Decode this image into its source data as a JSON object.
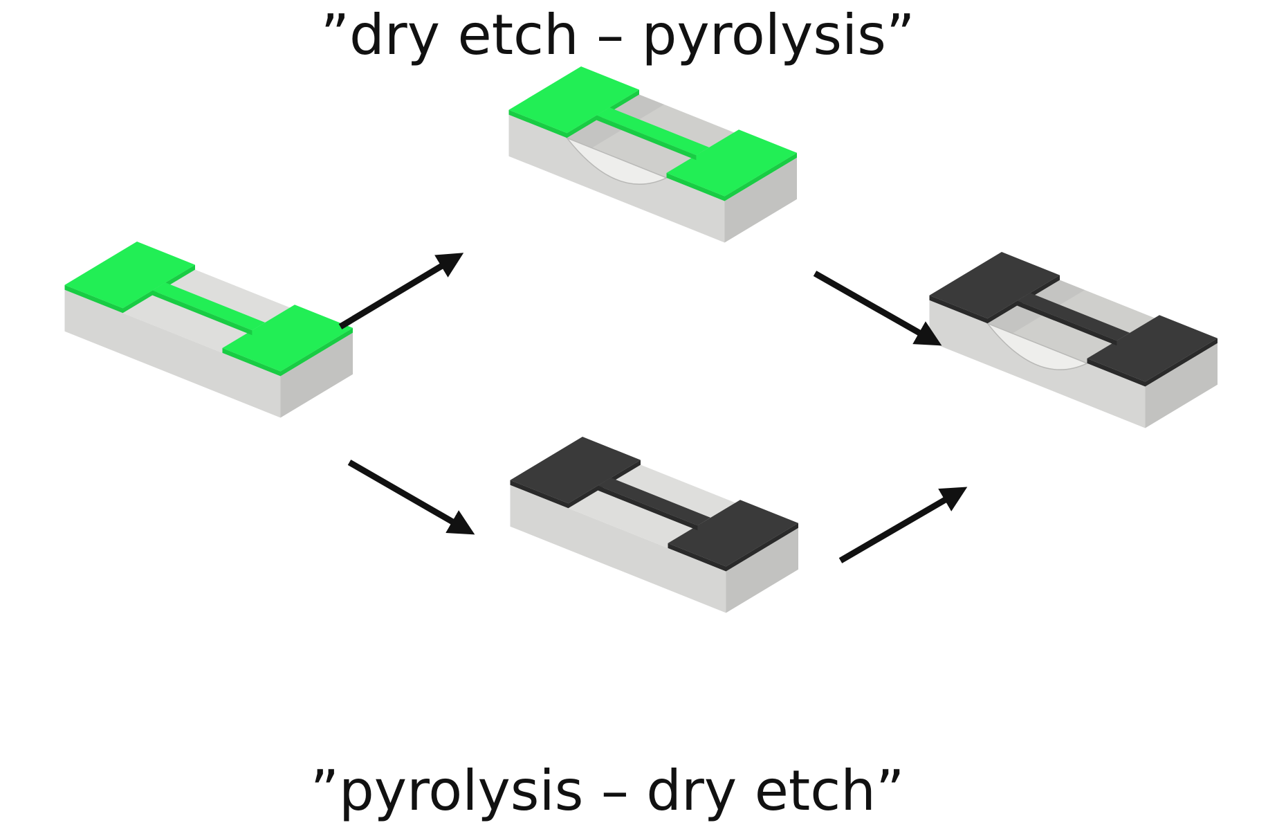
{
  "top_label": "”dry etch – pyrolysis”",
  "bottom_label": "”pyrolysis – dry etch”",
  "colors": {
    "green_pattern": "#22ee55",
    "green_pattern_edge": "#19cc44",
    "carbon_pattern": "#3a3a3a",
    "carbon_pattern_edge": "#2a2a2a",
    "substrate_top": "#e4e4e2",
    "substrate_left": "#d6d6d4",
    "substrate_right": "#c2c2c0",
    "trench": "#cfcfcc",
    "arrow": "#111111"
  },
  "blocks": [
    {
      "id": "initial",
      "pattern": "green",
      "etched": false
    },
    {
      "id": "dry-etched",
      "pattern": "green",
      "etched": true
    },
    {
      "id": "pyrolyzed",
      "pattern": "carbon",
      "etched": false
    },
    {
      "id": "final",
      "pattern": "carbon",
      "etched": true
    }
  ]
}
